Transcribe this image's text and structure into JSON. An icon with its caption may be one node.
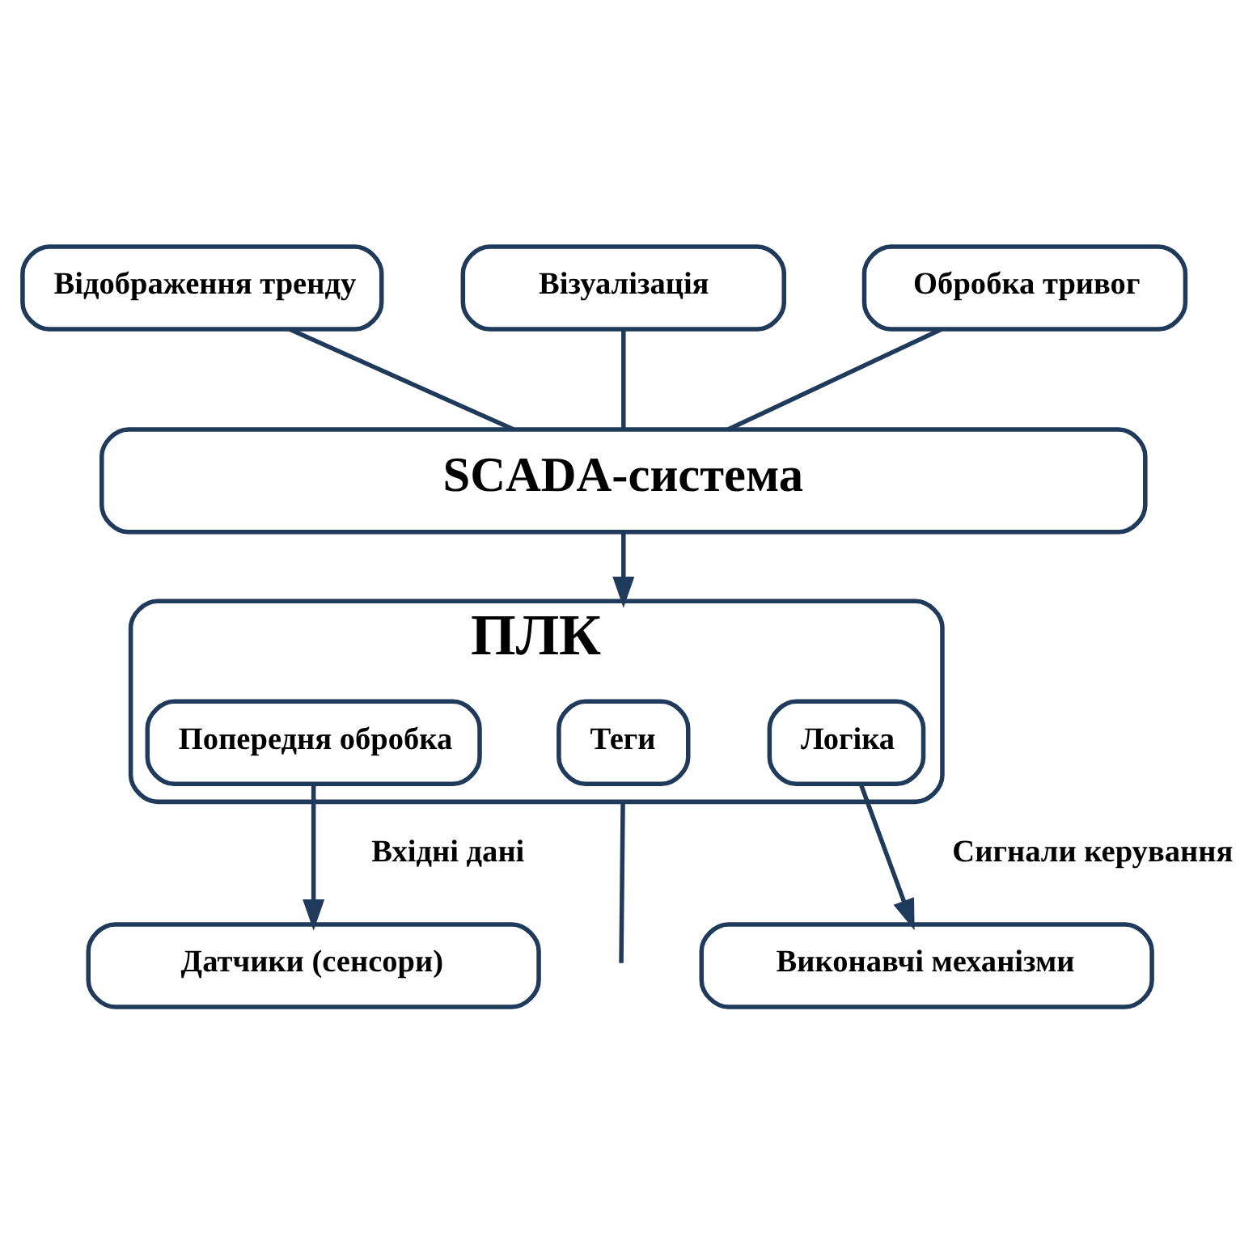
{
  "diagram": {
    "nodes": [
      {
        "text": [
          "Відображення тренду"
        ]
      },
      {
        "text": [
          "Візуалізація"
        ]
      },
      {
        "text": [
          "Обробка тривог"
        ]
      },
      {
        "text": [
          "SCADA-система"
        ]
      },
      {
        "text": [
          "ПЛК"
        ]
      },
      {
        "text": [
          "Попередня обробка"
        ],
        "in": 4
      },
      {
        "text": [
          "Теги"
        ],
        "in": 4
      },
      {
        "text": [
          "Логіка"
        ],
        "in": 4
      },
      {
        "text": [
          "Датчики (сенсори)"
        ]
      },
      {
        "text": [
          "Виконавчі механізми"
        ]
      }
    ],
    "edges": [
      {
        "from": 0,
        "to": 3,
        "arrow": "none"
      },
      {
        "from": 1,
        "to": 3,
        "arrow": "none"
      },
      {
        "from": 2,
        "to": 3,
        "arrow": "none"
      },
      {
        "from": 3,
        "to": 4,
        "arrow": "to"
      },
      {
        "from": 5,
        "to": 8,
        "arrow": "to",
        "label": "Вхідні дані"
      },
      {
        "from": 4,
        "to": null,
        "arrow": "none"
      },
      {
        "from": 7,
        "to": 9,
        "arrow": "to",
        "label": "Сигнали керування"
      }
    ]
  }
}
